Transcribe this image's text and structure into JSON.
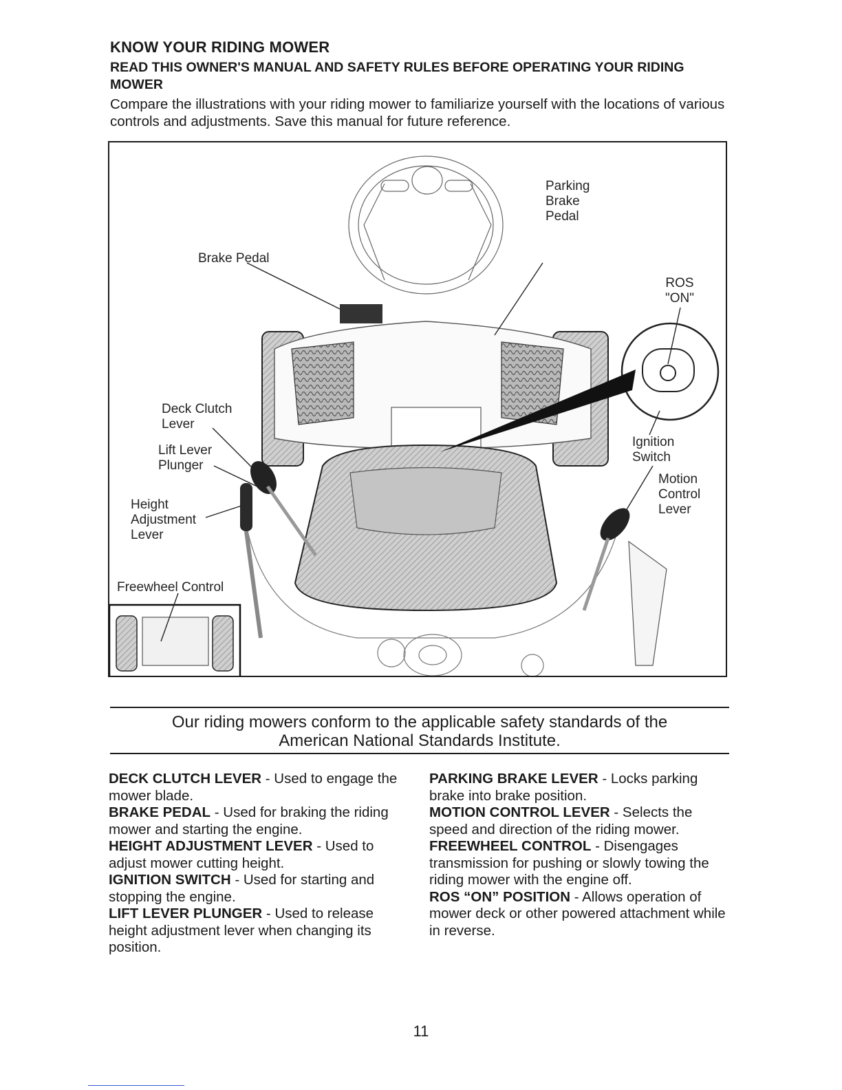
{
  "header": {
    "title": "KNOW YOUR RIDING MOWER",
    "subtitle": "READ THIS OWNER'S MANUAL AND SAFETY RULES BEFORE OPERATING YOUR RIDING MOWER",
    "intro": "Compare the illustrations with your riding mower to familiarize yourself with the locations of various controls and adjustments.  Save this manual for future reference."
  },
  "figure": {
    "labels": {
      "brake_pedal": "Brake Pedal",
      "parking_brake_pedal": "Parking\nBrake\nPedal",
      "ros_on": "ROS\n\"ON\"",
      "deck_clutch_lever": "Deck Clutch\nLever",
      "lift_lever_plunger": "Lift Lever\nPlunger",
      "height_adjustment_lever": "Height\nAdjustment\nLever",
      "ignition_switch": "Ignition\nSwitch",
      "motion_control_lever": "Motion\nControl\nLever",
      "freewheel_control": "Freewheel Control"
    }
  },
  "standards_note": "Our riding mowers conform to the applicable safety standards of the\nAmerican National Standards Institute.",
  "definitions": {
    "left": [
      {
        "term": "DECK CLUTCH LEVER",
        "text": " - Used to engage the mower blade."
      },
      {
        "term": "BRAKE PEDAL",
        "text": " - Used for braking the riding mower and starting the engine."
      },
      {
        "term": "HEIGHT ADJUSTMENT LEVER",
        "text": " - Used to adjust mower cutting height."
      },
      {
        "term": "IGNITION SWITCH",
        "text": " - Used for starting and stopping the engine."
      },
      {
        "term": "LIFT LEVER PLUNGER",
        "text": " - Used to release height adjustment lever when changing its position."
      }
    ],
    "right": [
      {
        "term": "PARKING BRAKE LEVER",
        "text": " - Locks parking brake into brake position."
      },
      {
        "term": "MOTION CONTROL LEVER",
        "text": " - Selects the speed and direction of the riding mower."
      },
      {
        "term": "FREEWHEEL CONTROL",
        "text": " - Disengages transmission for pushing or slowly towing the riding mower with the engine off."
      },
      {
        "term": "ROS “ON” POSITION",
        "text": " - Allows operation of mower deck or other powered attachment while in reverse."
      }
    ]
  },
  "page_number": "11"
}
